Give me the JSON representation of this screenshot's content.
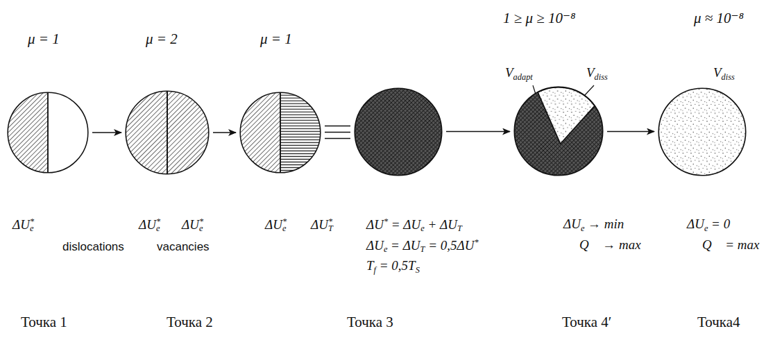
{
  "diagram": {
    "nodes": [
      {
        "text": [
          "ΔU*e"
        ]
      },
      {
        "text": [
          "ΔU*e",
          "ΔU*e"
        ]
      },
      {
        "text": [
          "ΔU*e",
          "ΔU*T"
        ]
      },
      {
        "text": [
          "ΔU* = ΔUe + ΔUT",
          "ΔUe = ΔUT = 0,5ΔU*",
          "Tf = 0,5TS"
        ]
      },
      {
        "text": [
          "ΔUe → min",
          "Q⃗ → max"
        ]
      },
      {
        "text": [
          "ΔUe = 0",
          "Q⃗ = max"
        ]
      }
    ],
    "edges": [
      {
        "from": 0,
        "to": 1,
        "arrow": "to"
      },
      {
        "from": 1,
        "to": 2,
        "arrow": "to"
      },
      {
        "from": 2,
        "to": 3,
        "arrow": "none"
      },
      {
        "from": 3,
        "to": 4,
        "arrow": "to"
      },
      {
        "from": 4,
        "to": 5,
        "arrow": "to"
      }
    ],
    "labels": [
      "μ = 1",
      "μ = 2",
      "μ = 1",
      "1 ≥ μ ≥ 10⁻⁸",
      "μ ≈ 10⁻⁸",
      "Vadapt",
      "Vdiss",
      "Vdiss",
      "dislocations",
      "vacancies",
      "Точка 1",
      "Точка 2",
      "Точка 3",
      "Точка 4′",
      "Точка4"
    ]
  }
}
